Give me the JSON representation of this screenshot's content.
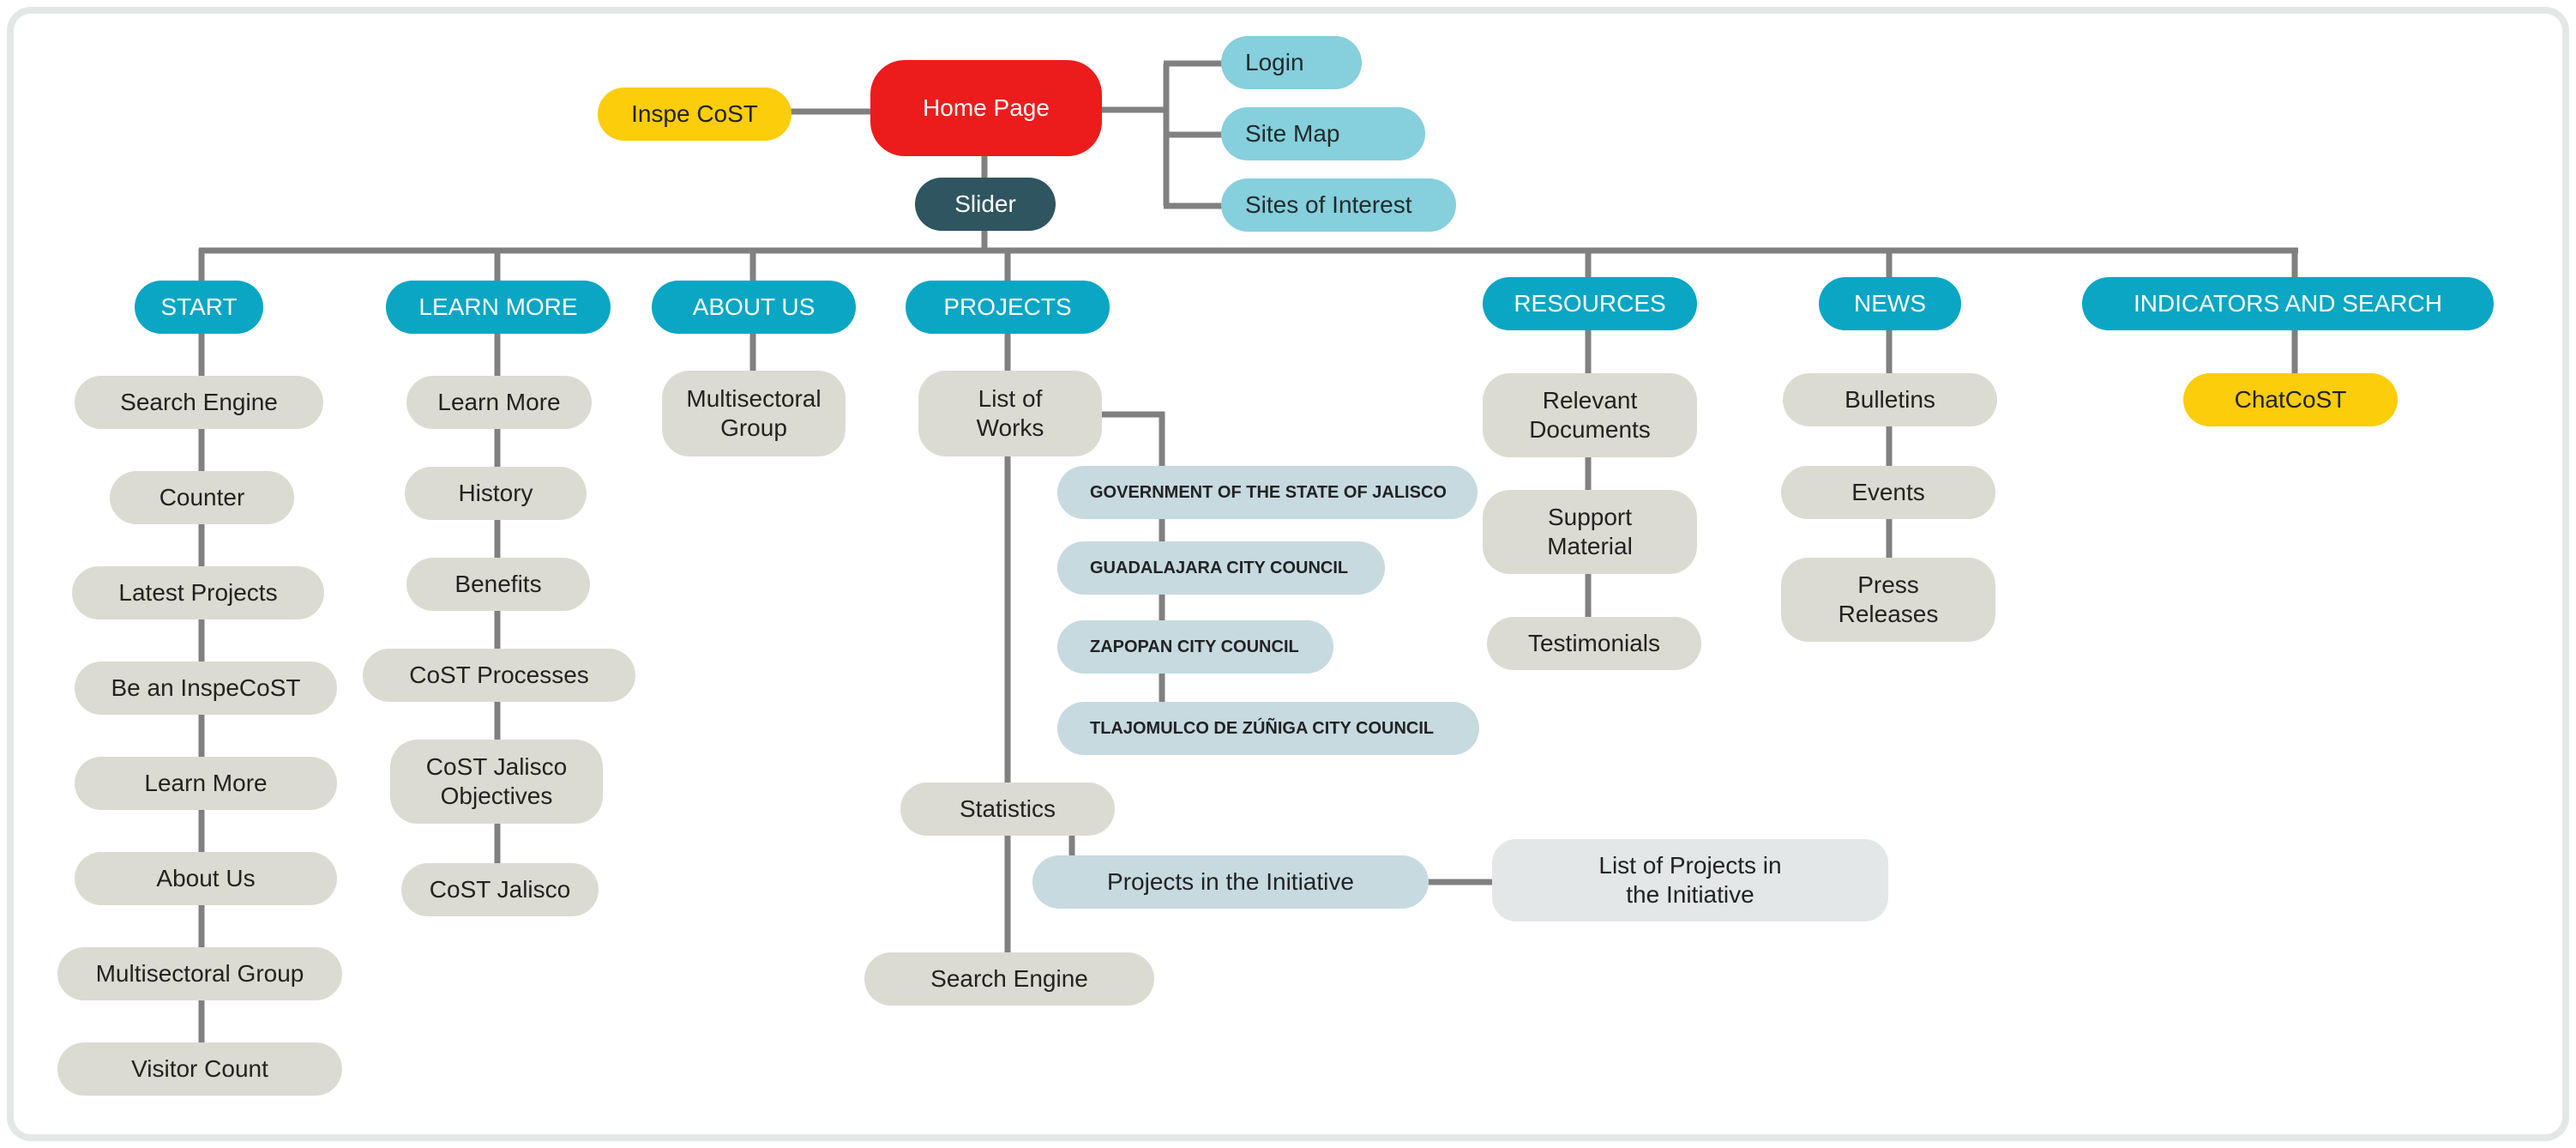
{
  "root": {
    "home": "Home Page",
    "inspe": "Inspe CoST",
    "slider": "Slider",
    "login": "Login",
    "site_map": "Site Map",
    "sites_of_interest": "Sites of Interest"
  },
  "start": {
    "title": "START",
    "items": [
      "Search Engine",
      "Counter",
      "Latest Projects",
      "Be an InspeCoST",
      "Learn More",
      "About Us",
      "Multisectoral Group",
      "Visitor Count"
    ]
  },
  "learn_more": {
    "title": "LEARN MORE",
    "items": [
      "Learn More",
      "History",
      "Benefits",
      "CoST Processes",
      "CoST Jalisco\nObjectives",
      "CoST Jalisco"
    ]
  },
  "about_us": {
    "title": "ABOUT US",
    "items": [
      "Multisectoral\nGroup"
    ]
  },
  "projects": {
    "title": "PROJECTS",
    "list_of_works": "List of\nWorks",
    "councils": [
      "GOVERNMENT OF THE STATE OF JALISCO",
      "GUADALAJARA CITY COUNCIL",
      "ZAPOPAN CITY COUNCIL",
      "TLAJOMULCO DE ZÚÑIGA CITY COUNCIL"
    ],
    "statistics": "Statistics",
    "projects_in_initiative": "Projects in the Initiative",
    "list_of_projects": "List of Projects in\nthe Initiative",
    "search_engine": "Search Engine"
  },
  "resources": {
    "title": "RESOURCES",
    "items": [
      "Relevant\nDocuments",
      "Support\nMaterial",
      "Testimonials"
    ]
  },
  "news": {
    "title": "NEWS",
    "items": [
      "Bulletins",
      "Events",
      "Press\nReleases"
    ]
  },
  "indicators": {
    "title": "INDICATORS AND SEARCH",
    "items": [
      "ChatCoST"
    ]
  },
  "colors": {
    "home": "#ed1c1c",
    "slider": "#2f5560",
    "top_links": "#86cfdc",
    "highlight": "#fbcd0a",
    "category": "#0aa6c4",
    "item": "#dcdbd1",
    "sub_item": "#c6dae0",
    "connector": "#808080"
  }
}
